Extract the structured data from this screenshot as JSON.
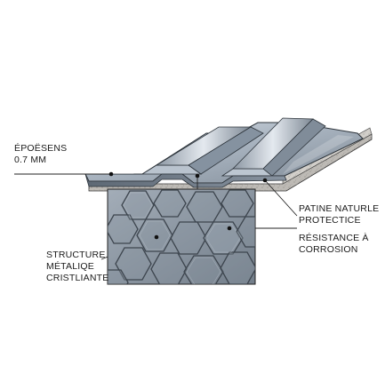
{
  "labels": {
    "thickness": {
      "line1": "ÉPOËSENS",
      "line2": "0.7 MM"
    },
    "patina": {
      "line1": "PATINE NATURLE",
      "line2": "PROTECTICE"
    },
    "corrosion": {
      "line1": "RÉSISTANCE À",
      "line2": "CORROSION"
    },
    "structure": {
      "line1": "STRUCTURE",
      "line2": "MÉTALIQE",
      "line3": "CRISTLIANTE"
    }
  },
  "colors": {
    "panel_light": "#cdd5de",
    "panel_mid": "#9aa6b3",
    "panel_dark": "#66717d",
    "concrete": "#c8c6c2",
    "texture_bg": "#8a95a1",
    "cell_face": "#7a8591",
    "line": "#222222"
  }
}
